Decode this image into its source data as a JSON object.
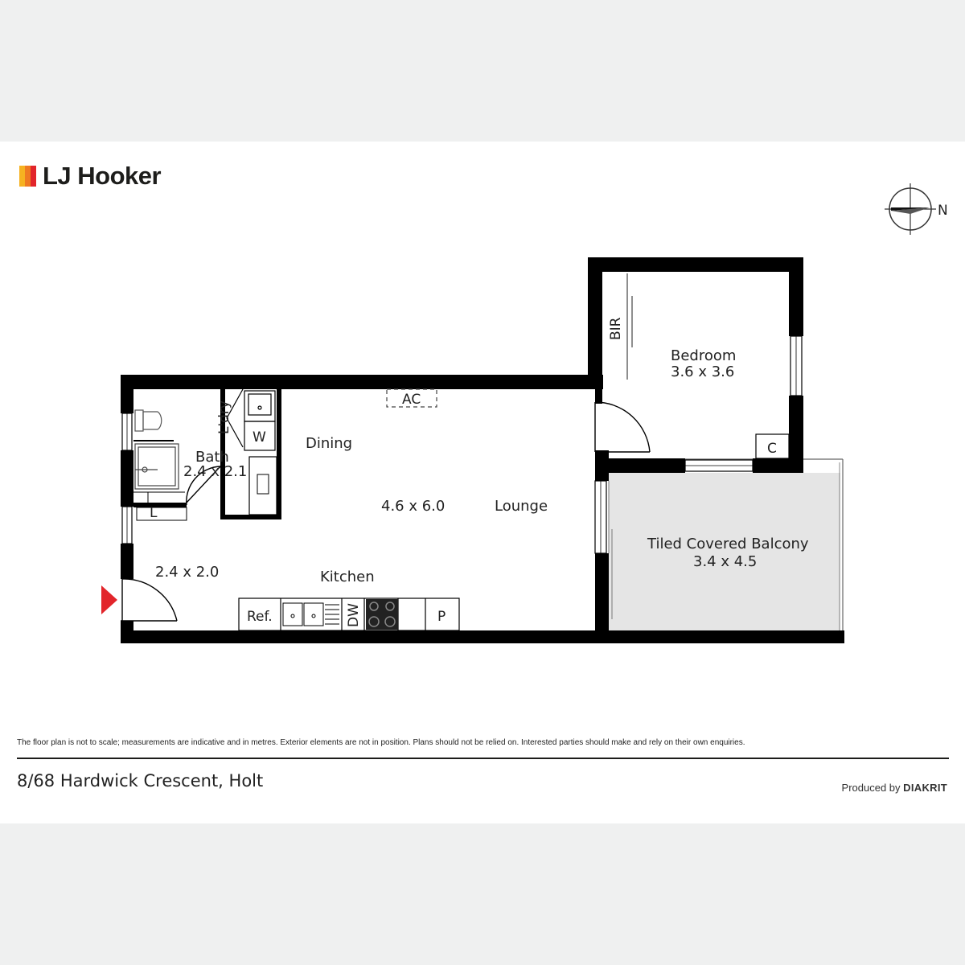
{
  "brand": {
    "name": "LJ Hooker",
    "colors": [
      "#f6b221",
      "#ef7a22",
      "#e2252b"
    ]
  },
  "compass": {
    "label": "N"
  },
  "rooms": {
    "dining": "Dining",
    "main_size": "4.6 x 6.0",
    "lounge": "Lounge",
    "kitchen": "Kitchen",
    "bath": "Bath",
    "bath_size": "2.4 x 2.1",
    "entry_size": "2.4 x 2.0",
    "bedroom": "Bedroom",
    "bedroom_size": "3.6 x 3.6",
    "balcony": "Tiled Covered Balcony",
    "balcony_size": "3.4 x 4.5"
  },
  "fixtures": {
    "ac": "AC",
    "laundry": "L'dry",
    "washer": "W",
    "linen": "L",
    "robe": "BIR",
    "cupboard": "C",
    "fridge": "Ref.",
    "dishwasher": "DW",
    "pantry": "P"
  },
  "colors": {
    "wall": "#000000",
    "balcony_fill": "#e5e5e5",
    "entry_marker": "#e2252b"
  },
  "footer": {
    "disclaimer": "The floor plan is not to scale; measurements are indicative and in metres. Exterior elements are not in position. Plans should not be relied on. Interested parties should make and rely on their own enquiries.",
    "address": "8/68 Hardwick Crescent, Holt",
    "produced_by": "Produced by",
    "producer": "DIAKRIT"
  }
}
